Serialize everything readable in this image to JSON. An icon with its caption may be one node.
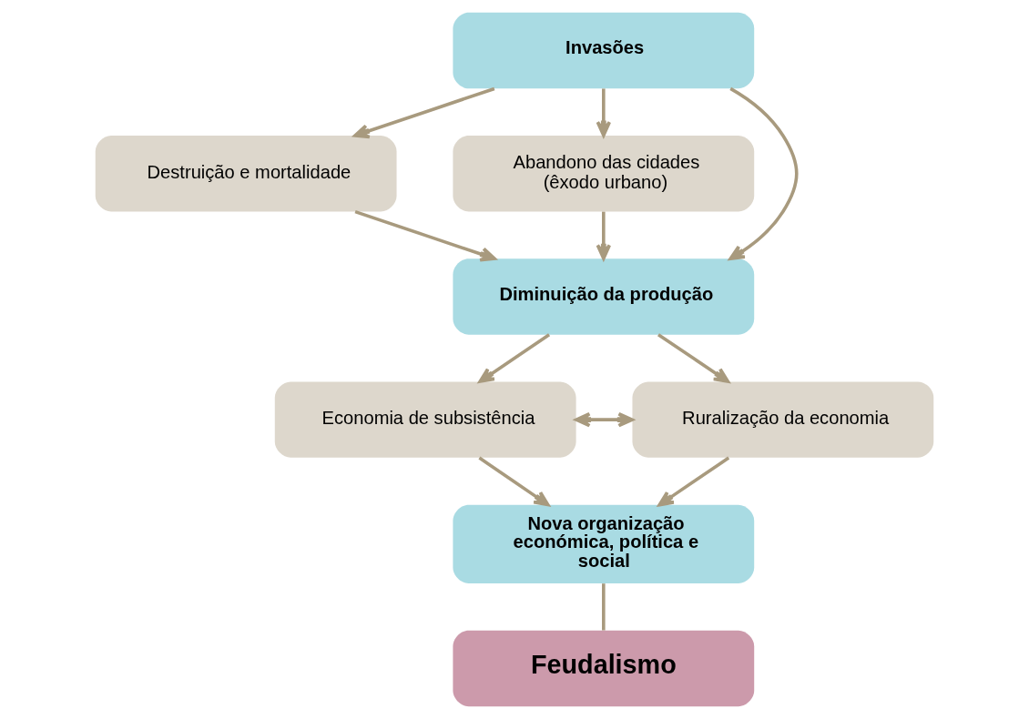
{
  "diagram": {
    "nodes": [
      {
        "text": [
          "Invasões"
        ]
      },
      {
        "text": [
          "Destruição e mortalidade"
        ]
      },
      {
        "text": [
          "Abandono das cidades (êxodo urbano)"
        ]
      },
      {
        "text": [
          "Diminuição da produção"
        ]
      },
      {
        "text": [
          "Economia de subsistência"
        ]
      },
      {
        "text": [
          "Ruralização da economia"
        ]
      },
      {
        "text": [
          "Nova organização económica, política e social"
        ]
      },
      {
        "text": [
          "Feudalismo"
        ]
      }
    ],
    "edges": [
      {
        "from": 0,
        "to": 1,
        "arrow": "to"
      },
      {
        "from": 0,
        "to": 3,
        "arrow": "to"
      },
      {
        "from": 0,
        "to": 2,
        "arrow": "to"
      },
      {
        "from": 1,
        "to": 3,
        "arrow": "to"
      },
      {
        "from": 2,
        "to": 3,
        "arrow": "to"
      },
      {
        "from": 3,
        "to": 4,
        "arrow": "to"
      },
      {
        "from": 3,
        "to": 5,
        "arrow": "to"
      },
      {
        "from": 4,
        "to": 5,
        "arrow": "both"
      },
      {
        "from": 4,
        "to": 6,
        "arrow": "to"
      },
      {
        "from": 5,
        "to": 6,
        "arrow": "to"
      },
      {
        "from": 6,
        "to": 7,
        "arrow": "none"
      }
    ]
  }
}
